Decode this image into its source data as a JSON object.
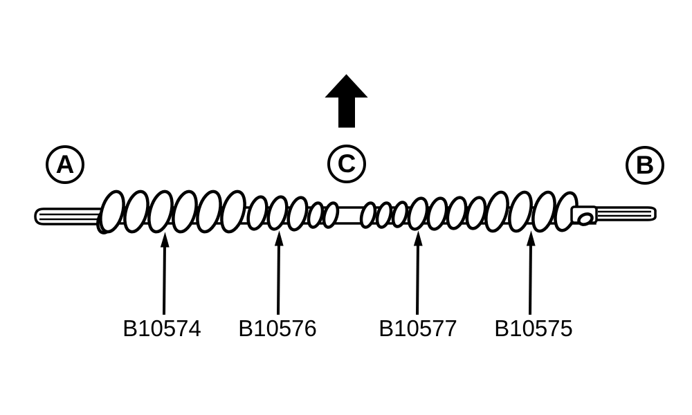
{
  "colors": {
    "background": "#ffffff",
    "ink": "#000000"
  },
  "circled_labels": {
    "left": "A",
    "center": "C",
    "right": "B"
  },
  "direction_arrow": {
    "icon": "up-arrow"
  },
  "callouts": [
    {
      "label": "B10574"
    },
    {
      "label": "B10576"
    },
    {
      "label": "B10577"
    },
    {
      "label": "B10575"
    }
  ]
}
